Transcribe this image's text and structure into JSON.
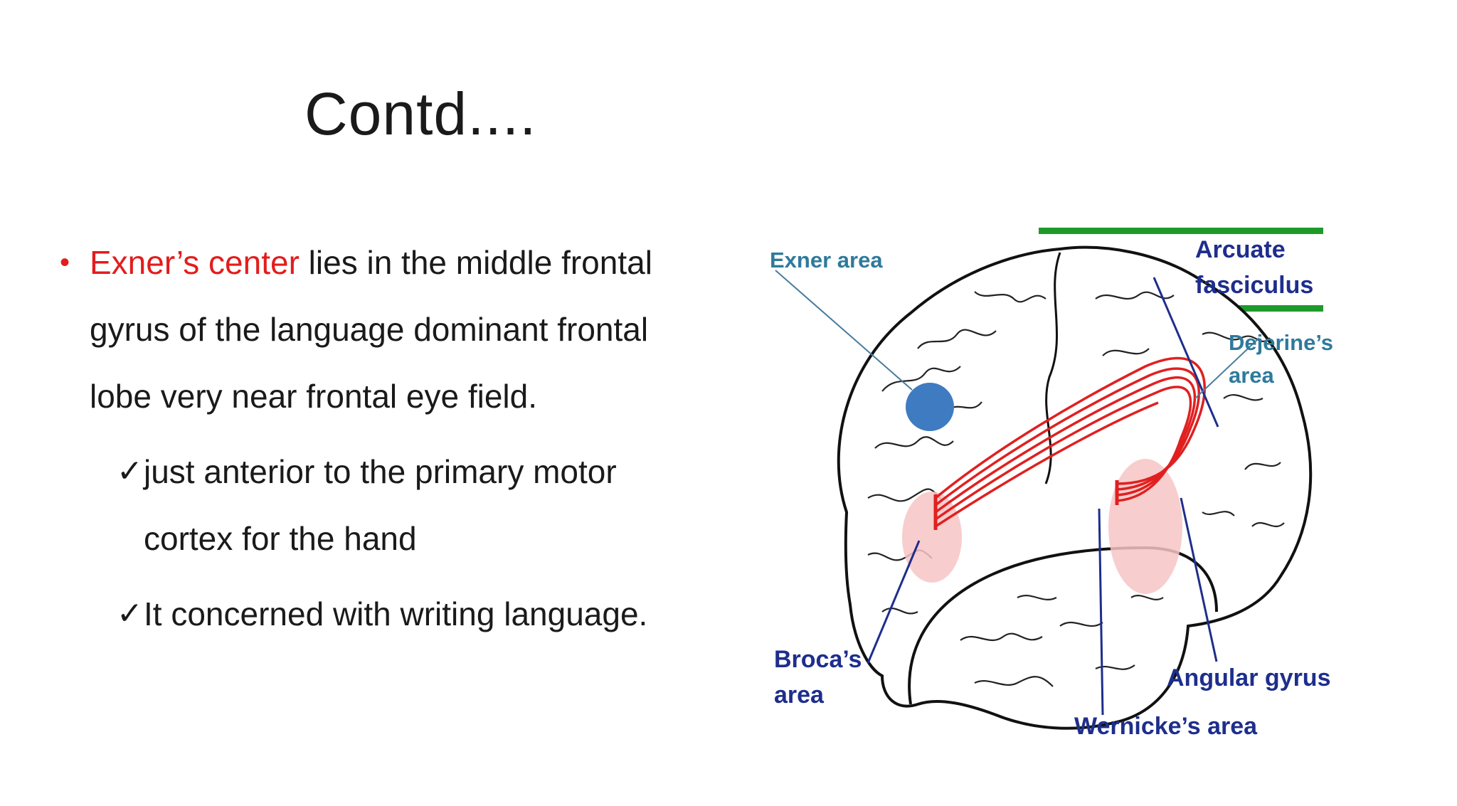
{
  "slide": {
    "title": "Contd....",
    "bullet": {
      "highlight": "Exner’s center",
      "line1_rest": " lies in the middle frontal",
      "line2": "gyrus of the language dominant frontal",
      "line3": "lobe very near frontal eye field."
    },
    "subpoints": [
      {
        "line1": "just anterior to the primary motor",
        "line2": "cortex for the hand"
      },
      {
        "line1": "It concerned with writing language."
      }
    ],
    "check_glyph": "✓",
    "bullet_glyph": "•"
  },
  "diagram": {
    "labels": {
      "exner": "Exner area",
      "arcuate_1": "Arcuate",
      "arcuate_2": "fasciculus",
      "dejerine_1": "Dejerine’s",
      "dejerine_2": "area",
      "broca_1": "Broca’s",
      "broca_2": "area",
      "angular": "Angular gyrus",
      "wernicke": "Wernicke’s area"
    },
    "colors": {
      "exner_spot": "#3f7bc0",
      "tract": "#e02020",
      "area_pink": "#f7c4c4",
      "green_bar": "#1f9a2a",
      "label_blue": "#2f7a9c",
      "label_navy": "#1e2e8c",
      "accent_red": "#e31c1c"
    }
  }
}
